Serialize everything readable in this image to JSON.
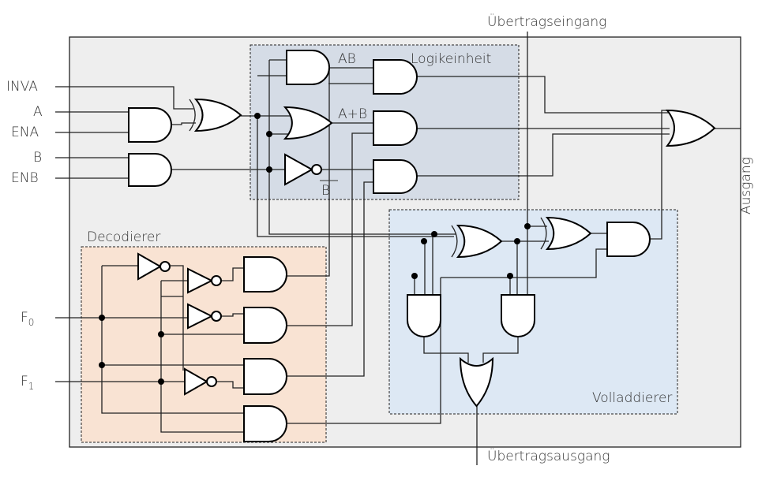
{
  "colors": {
    "background": "#eeeeee",
    "logic_unit": "#d5dce6",
    "full_adder": "#dde8f4",
    "decoder": "#f9e3d3"
  },
  "inputs": {
    "inva": "INVA",
    "a": "A",
    "ena": "ENA",
    "b": "B",
    "enb": "ENB",
    "f0": "F",
    "f0_sub": "0",
    "f1": "F",
    "f1_sub": "1"
  },
  "blocks": {
    "logic_unit": "Logikeinheit",
    "decoder": "Decodierer",
    "full_adder": "Volladdierer"
  },
  "signals": {
    "ab": "AB",
    "a_or_b": "A+B",
    "not_b": "B",
    "carry_in": "Übertragseingang",
    "carry_out": "Übertragsausgang",
    "output": "Ausgang"
  }
}
